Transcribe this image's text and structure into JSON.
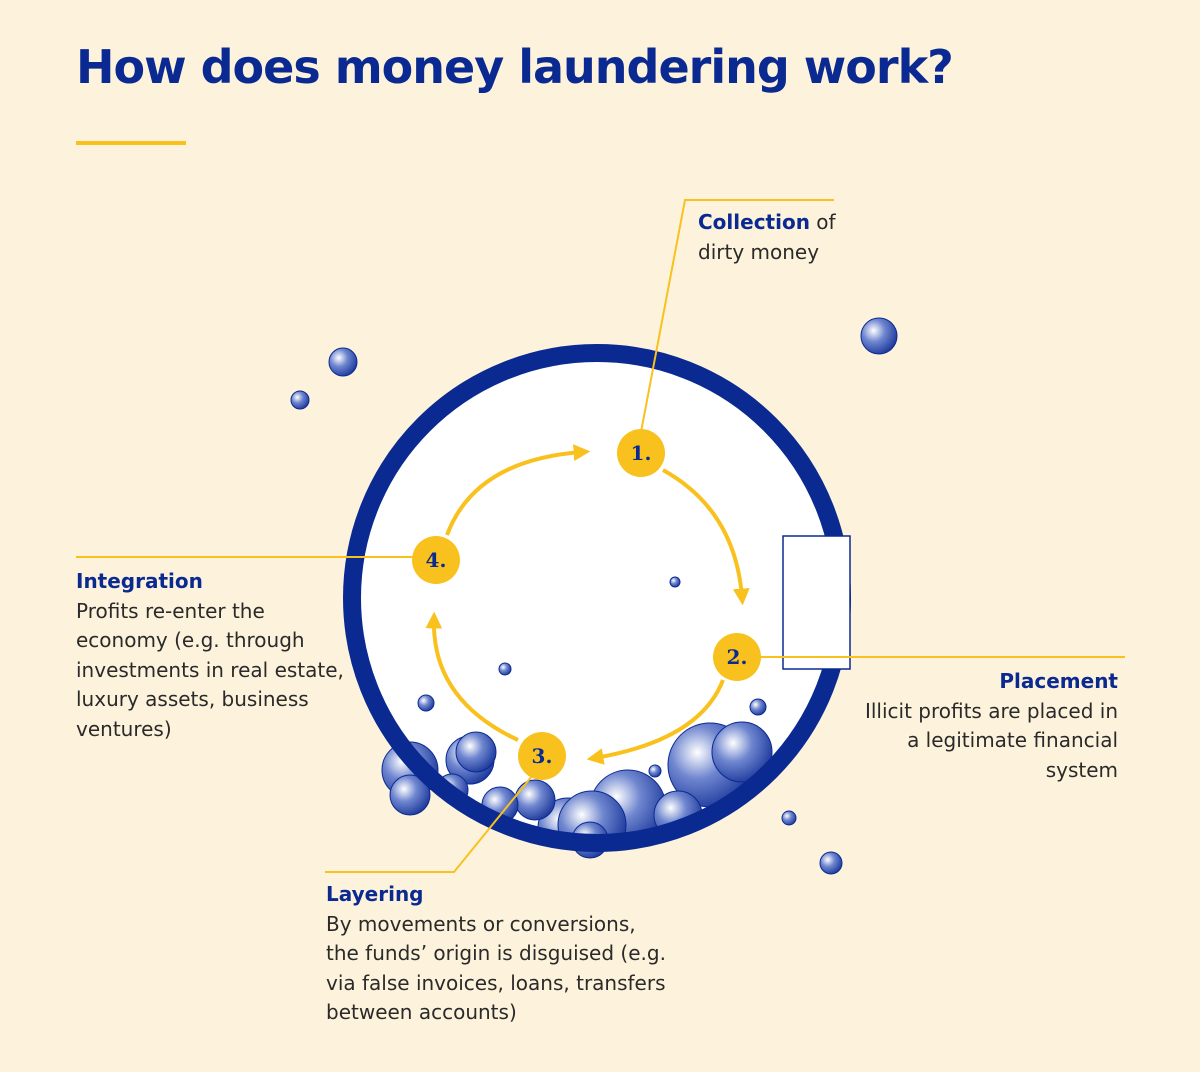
{
  "title": "How does money laundering work?",
  "colors": {
    "background": "#fdf3dc",
    "navy": "#0b2a91",
    "yellow": "#f8c11d",
    "text": "#2a2a2a"
  },
  "steps": [
    {
      "number": "1.",
      "heading": "Collection",
      "heading_suffix": " of",
      "body": "dirty money"
    },
    {
      "number": "2.",
      "heading": "Placement",
      "body": "Illicit profits are placed in a legitimate financial system"
    },
    {
      "number": "3.",
      "heading": "Layering",
      "body": "By movements or conversions, the funds’ origin is disguised (e.g. via false invoices, loans, transfers between accounts)"
    },
    {
      "number": "4.",
      "heading": "Integration",
      "body": "Profits re-enter the economy (e.g. through investments in real estate, luxury assets, business ventures)"
    }
  ],
  "icons": {
    "machine": "washing-machine-drum-icon",
    "bubbles": "soap-bubble-icon",
    "cycle": "cycle-arrow-icon"
  }
}
